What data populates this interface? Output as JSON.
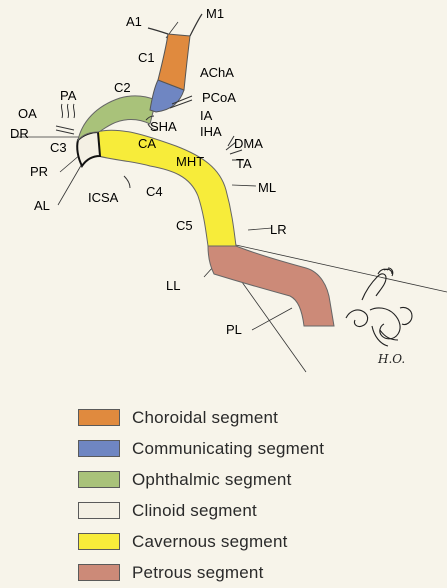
{
  "labels": {
    "A1": "A1",
    "M1": "M1",
    "C1": "C1",
    "AChA": "AChA",
    "C2": "C2",
    "PCoA": "PCoA",
    "IA": "IA",
    "PA": "PA",
    "OA": "OA",
    "SHA": "SHA",
    "IHA": "IHA",
    "DMA": "DMA",
    "DR": "DR",
    "C3": "C3",
    "CA": "CA",
    "MHT": "MHT",
    "TA": "TA",
    "PR": "PR",
    "ML": "ML",
    "AL": "AL",
    "ICSA": "ICSA",
    "C4": "C4",
    "C5": "C5",
    "LR": "LR",
    "LL": "LL",
    "PL": "PL"
  },
  "signature": "H.O.",
  "legend": [
    {
      "label": "Choroidal segment",
      "color": "#e08a3e"
    },
    {
      "label": "Communicating segment",
      "color": "#6f86c2"
    },
    {
      "label": "Ophthalmic segment",
      "color": "#a9c27a"
    },
    {
      "label": "Clinoid segment",
      "color": "#f4f0e4"
    },
    {
      "label": "Cavernous segment",
      "color": "#f7ec3a"
    },
    {
      "label": "Petrous segment",
      "color": "#cc8a78"
    }
  ]
}
